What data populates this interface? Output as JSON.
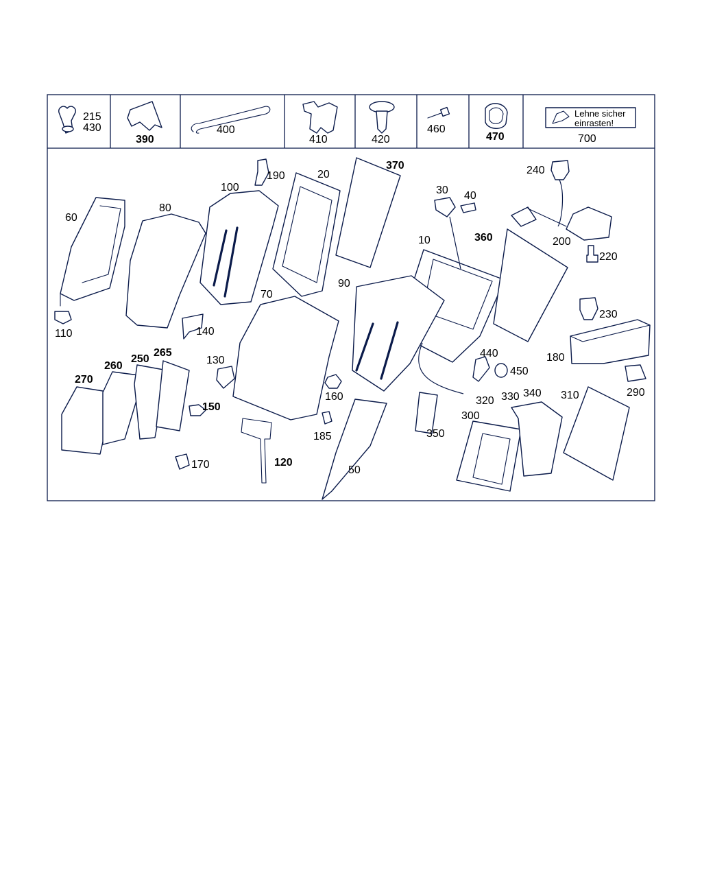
{
  "legend": {
    "item_215": "215",
    "item_430": "430",
    "item_390": "390",
    "item_400": "400",
    "item_410": "410",
    "item_420": "420",
    "item_460": "460",
    "item_470": "470",
    "item_700": "700",
    "sticker_line1": "Lehne sicher",
    "sticker_line2": "einrasten!"
  },
  "callouts": {
    "c10": "10",
    "c20": "20",
    "c30": "30",
    "c40": "40",
    "c50": "50",
    "c60": "60",
    "c70": "70",
    "c80": "80",
    "c90": "90",
    "c100": "100",
    "c110": "110",
    "c120": "120",
    "c130": "130",
    "c140": "140",
    "c150": "150",
    "c160": "160",
    "c170": "170",
    "c180": "180",
    "c185": "185",
    "c190": "190",
    "c200": "200",
    "c220": "220",
    "c230": "230",
    "c240": "240",
    "c250": "250",
    "c260": "260",
    "c265": "265",
    "c270": "270",
    "c290": "290",
    "c300": "300",
    "c310": "310",
    "c320": "320",
    "c330": "330",
    "c340": "340",
    "c350": "350",
    "c360": "360",
    "c370": "370",
    "c440": "440",
    "c450": "450"
  }
}
